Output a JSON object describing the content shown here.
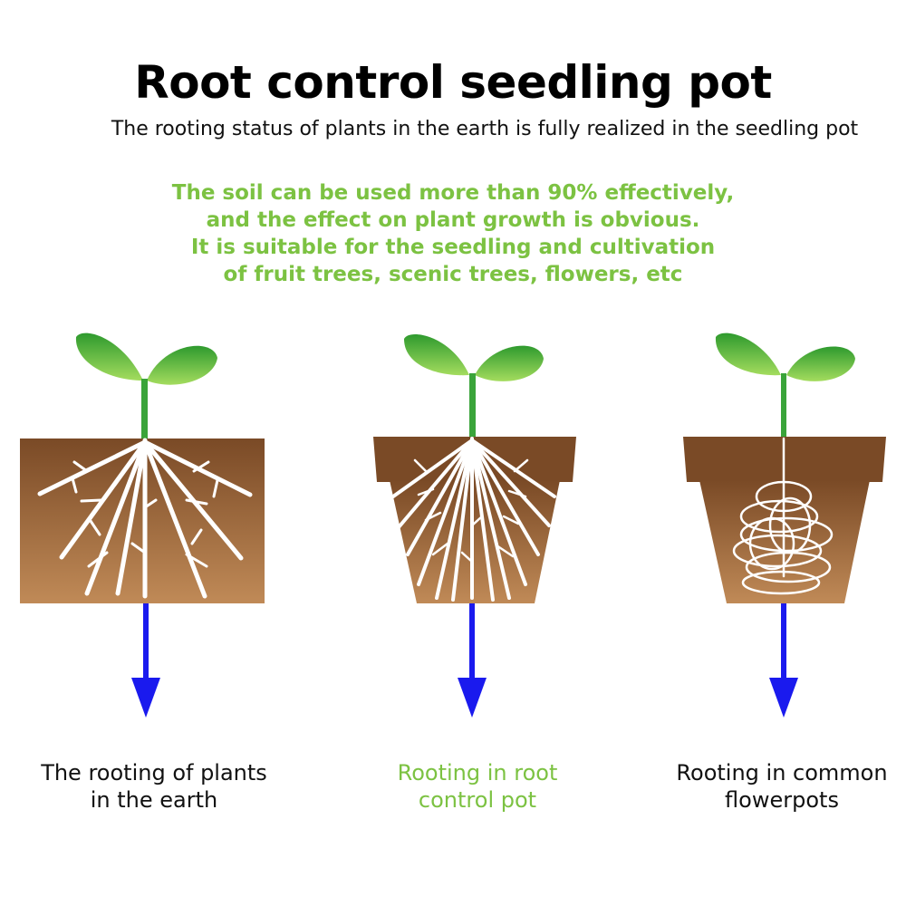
{
  "title": "Root control seedling pot",
  "subtitle": "The rooting status of plants in the earth is fully realized in the seedling pot",
  "benefits": [
    "The soil can be used more than 90% effectively,",
    "and the effect on plant growth is obvious.",
    "It is suitable for the seedling and cultivation",
    "of fruit trees, scenic trees, flowers, etc"
  ],
  "panels": [
    {
      "caption": [
        "The rooting of plants",
        "in the earth"
      ],
      "highlight": false
    },
    {
      "caption": [
        "Rooting in root",
        "control pot"
      ],
      "highlight": true
    },
    {
      "caption": [
        "Rooting in common",
        "flowerpots"
      ],
      "highlight": false
    }
  ],
  "colors": {
    "accent_green": "#7cc242",
    "leaf_green": "#5ec13a",
    "soil_dark": "#7a4a26",
    "soil_light": "#c08a57",
    "root_white": "#ffffff",
    "arrow_blue": "#1a1aee"
  }
}
